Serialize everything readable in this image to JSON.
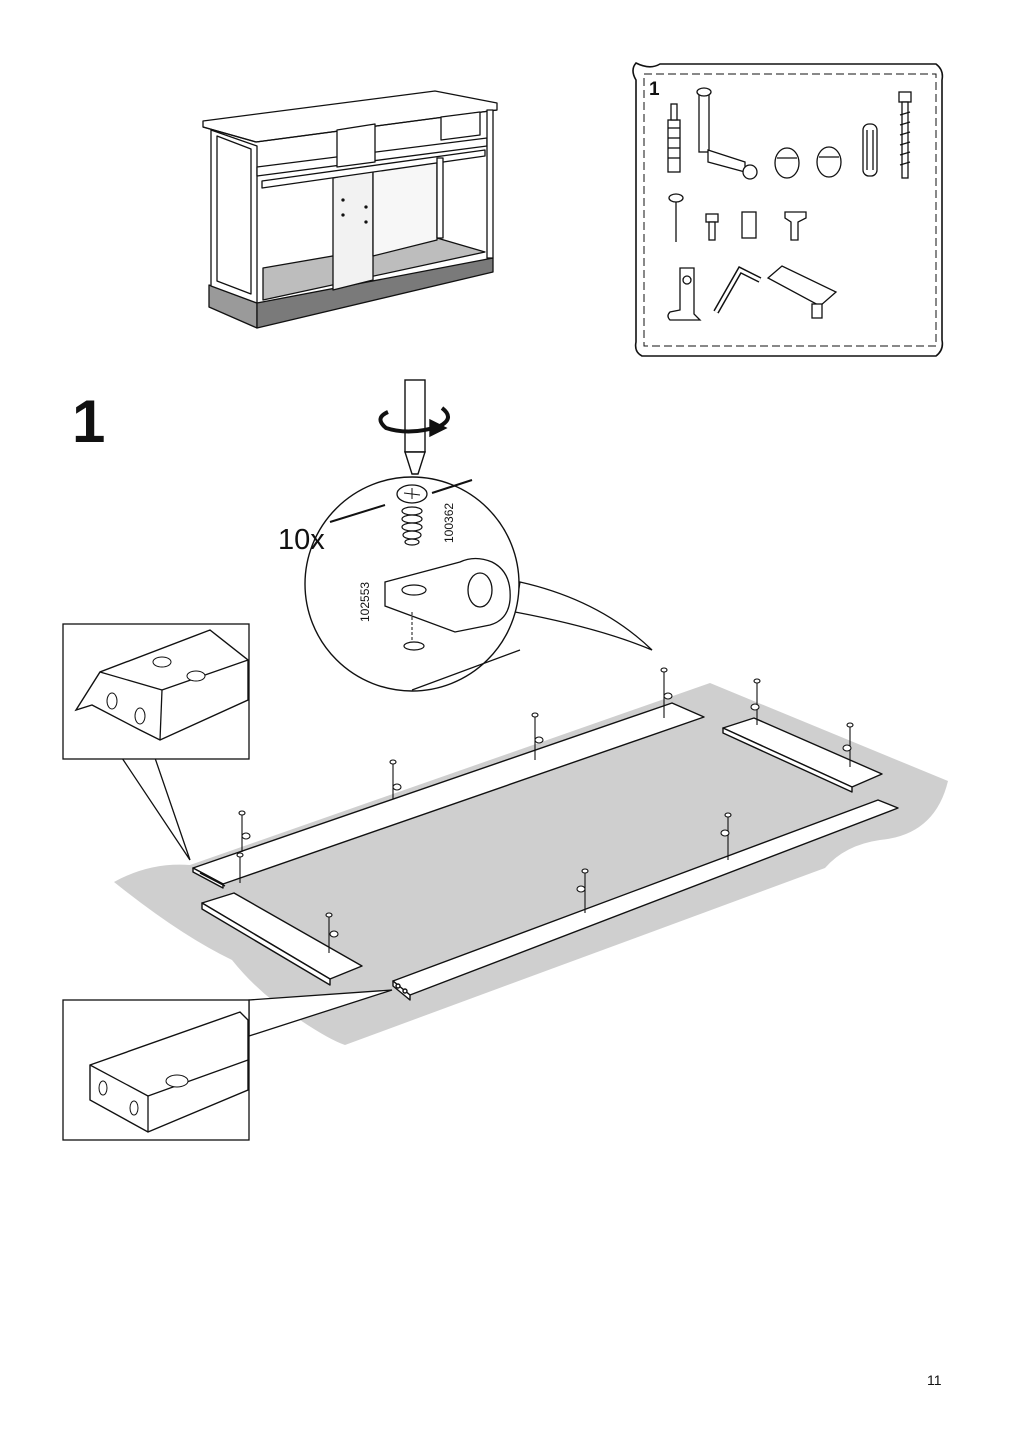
{
  "step": {
    "number": "1",
    "quantity": "10x"
  },
  "hardware_bag": {
    "label": "1"
  },
  "parts": {
    "screw": "100362",
    "bracket": "102553"
  },
  "page": {
    "number": "11"
  },
  "colors": {
    "floor": "#cfcfcf",
    "ink": "#111111",
    "shade": "#888888"
  }
}
